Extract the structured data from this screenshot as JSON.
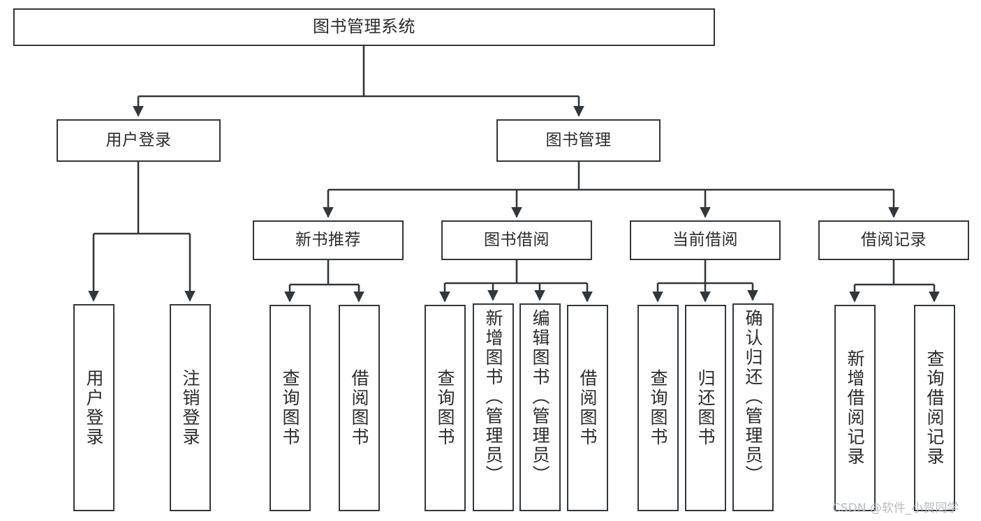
{
  "diagram": {
    "type": "tree-hierarchy",
    "title": "图书管理系统",
    "watermark": "CSDN @软件_小贺同学",
    "colors": {
      "box_border": "#32373b",
      "box_fill": "#ffffff",
      "edge": "#32373b",
      "text": "#2b2b2b",
      "watermark": "#b9bcbf",
      "background": "#ffffff"
    },
    "nodes": {
      "root": {
        "label": "图书管理系统"
      },
      "level2": [
        {
          "id": "user-login",
          "label": "用户登录"
        },
        {
          "id": "book-management",
          "label": "图书管理"
        }
      ],
      "level3": [
        {
          "id": "new-book-recommend",
          "label": "新书推荐"
        },
        {
          "id": "book-borrow",
          "label": "图书借阅"
        },
        {
          "id": "current-borrow",
          "label": "当前借阅"
        },
        {
          "id": "borrow-record",
          "label": "借阅记录"
        }
      ],
      "leaves": {
        "user_login": [
          {
            "id": "leaf-user-login",
            "label": "用户登录"
          },
          {
            "id": "leaf-logout-login",
            "label": "注销登录"
          }
        ],
        "new_book_recommend": [
          {
            "id": "leaf-query-book-1",
            "label": "查询图书"
          },
          {
            "id": "leaf-borrow-book-1",
            "label": "借阅图书"
          }
        ],
        "book_borrow": [
          {
            "id": "leaf-query-book-2",
            "label": "查询图书"
          },
          {
            "id": "leaf-add-book",
            "label": "新增图书（管理员）"
          },
          {
            "id": "leaf-edit-book",
            "label": "编辑图书（管理员）"
          },
          {
            "id": "leaf-borrow-book-2",
            "label": "借阅图书"
          }
        ],
        "current_borrow": [
          {
            "id": "leaf-query-book-3",
            "label": "查询图书"
          },
          {
            "id": "leaf-return-book",
            "label": "归还图书"
          },
          {
            "id": "leaf-confirm-return",
            "label": "确认归还（管理员）"
          }
        ],
        "borrow_record": [
          {
            "id": "leaf-add-record",
            "label": "新增借阅记录"
          },
          {
            "id": "leaf-query-record",
            "label": "查询借阅记录"
          }
        ]
      }
    }
  }
}
